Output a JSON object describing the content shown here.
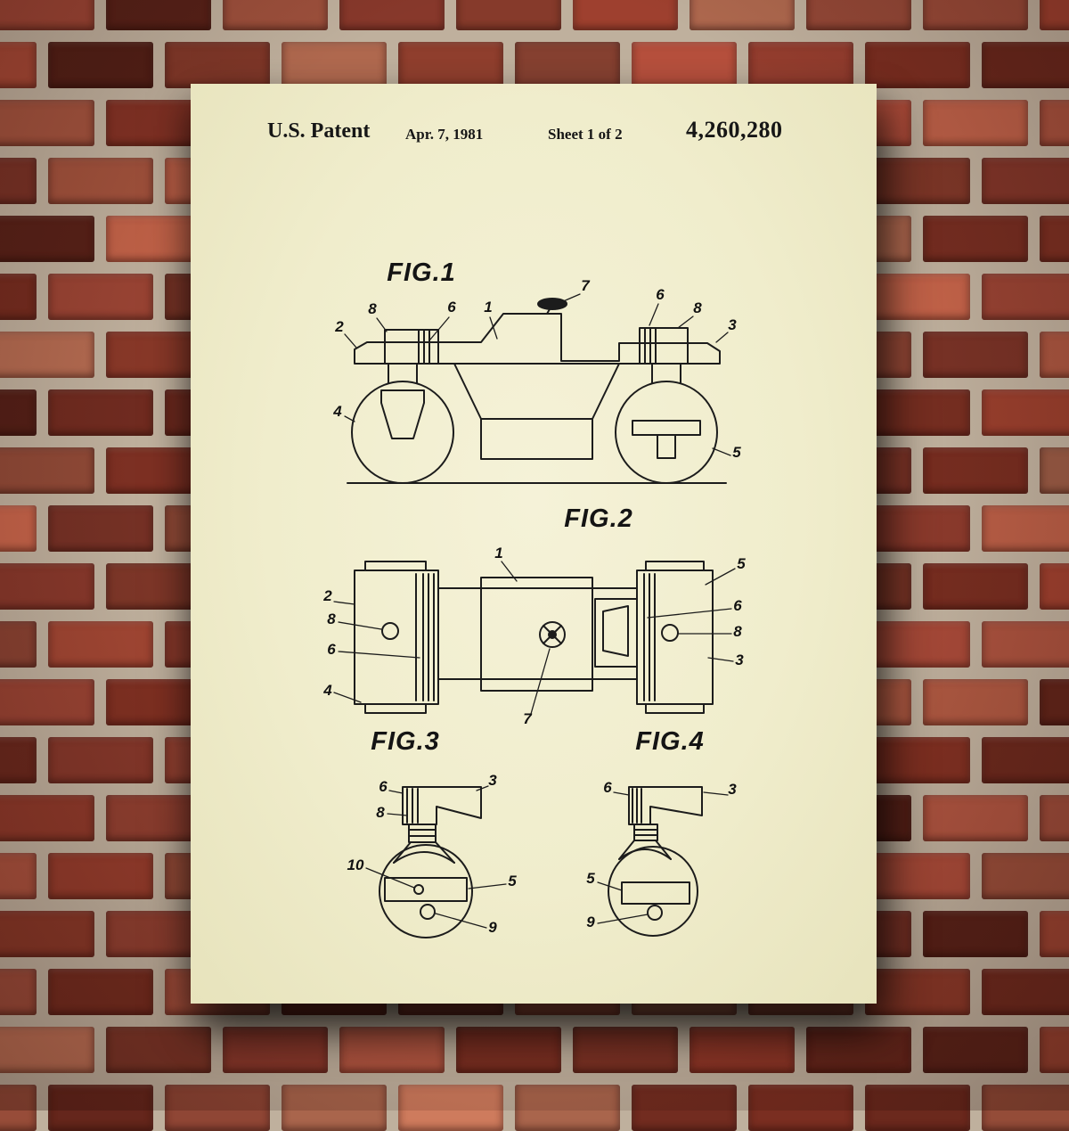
{
  "header": {
    "title": "U.S. Patent",
    "date": "Apr. 7, 1981",
    "sheet": "Sheet 1 of 2",
    "patent_number": "4,260,280"
  },
  "figures": {
    "fig1": {
      "label": "FIG.1",
      "refs": [
        "8",
        "6",
        "1",
        "7",
        "6",
        "8",
        "3",
        "2",
        "4",
        "5"
      ]
    },
    "fig2": {
      "label": "FIG.2",
      "refs": [
        "1",
        "2",
        "8",
        "6",
        "4",
        "5",
        "6",
        "8",
        "3",
        "7"
      ]
    },
    "fig3": {
      "label": "FIG.3",
      "refs": [
        "6",
        "8",
        "3",
        "10",
        "5",
        "9"
      ]
    },
    "fig4": {
      "label": "FIG.4",
      "refs": [
        "6",
        "3",
        "5",
        "9"
      ]
    }
  },
  "colors": {
    "paper": "#f2efd2",
    "ink": "#1c1c1c",
    "mortar": "#bfb09d",
    "brick_palette": [
      "#9a4434",
      "#8e3a2a",
      "#a34f3c",
      "#7c3023",
      "#b05a43",
      "#93402f",
      "#6f2a1e",
      "#a8553f",
      "#5f241a",
      "#b26a50",
      "#87382b"
    ]
  }
}
